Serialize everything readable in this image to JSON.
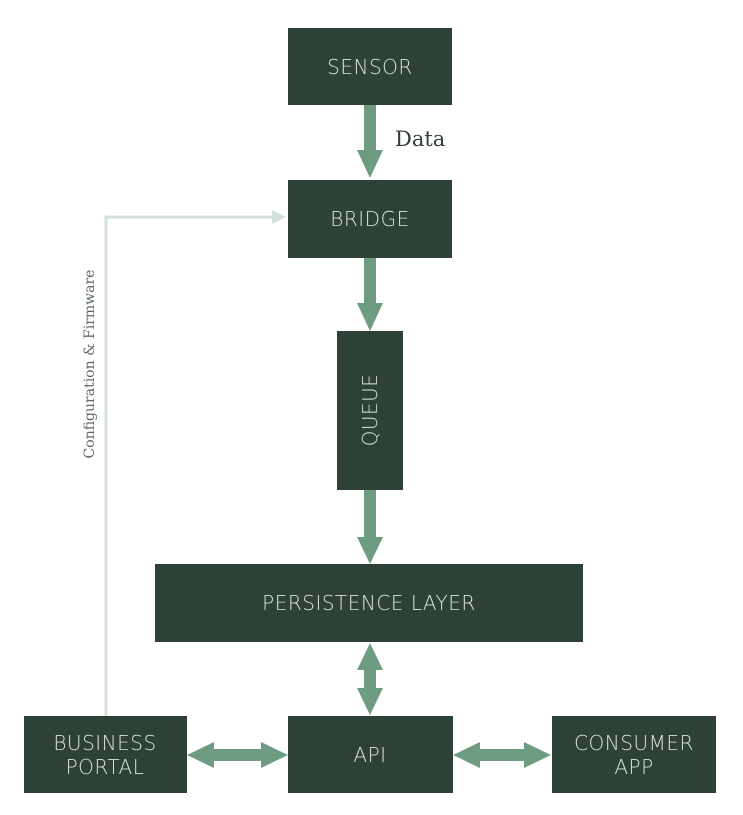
{
  "colors": {
    "box_fill": "#2e4136",
    "box_text": "#d8e3dc",
    "arrow": "#6e9c82",
    "feedback_line": "#d3e0d8",
    "label_text": "#2f3f36"
  },
  "nodes": {
    "sensor": {
      "label": "SENSOR"
    },
    "bridge": {
      "label": "BRIDGE"
    },
    "queue": {
      "label": "QUEUE"
    },
    "persistence": {
      "label": "PERSISTENCE LAYER"
    },
    "business_portal": {
      "line1": "BUSINESS",
      "line2": "PORTAL"
    },
    "api": {
      "label": "API"
    },
    "consumer_app": {
      "line1": "CONSUMER",
      "line2": "APP"
    }
  },
  "edges": {
    "sensor_to_bridge": {
      "label": "Data",
      "direction": "one-way"
    },
    "bridge_to_queue": {
      "direction": "one-way"
    },
    "queue_to_persistence": {
      "direction": "one-way"
    },
    "persistence_api": {
      "direction": "two-way"
    },
    "portal_api": {
      "direction": "two-way"
    },
    "api_consumer": {
      "direction": "two-way"
    },
    "portal_to_bridge": {
      "label": "Configuration & Firmware",
      "direction": "one-way"
    }
  }
}
